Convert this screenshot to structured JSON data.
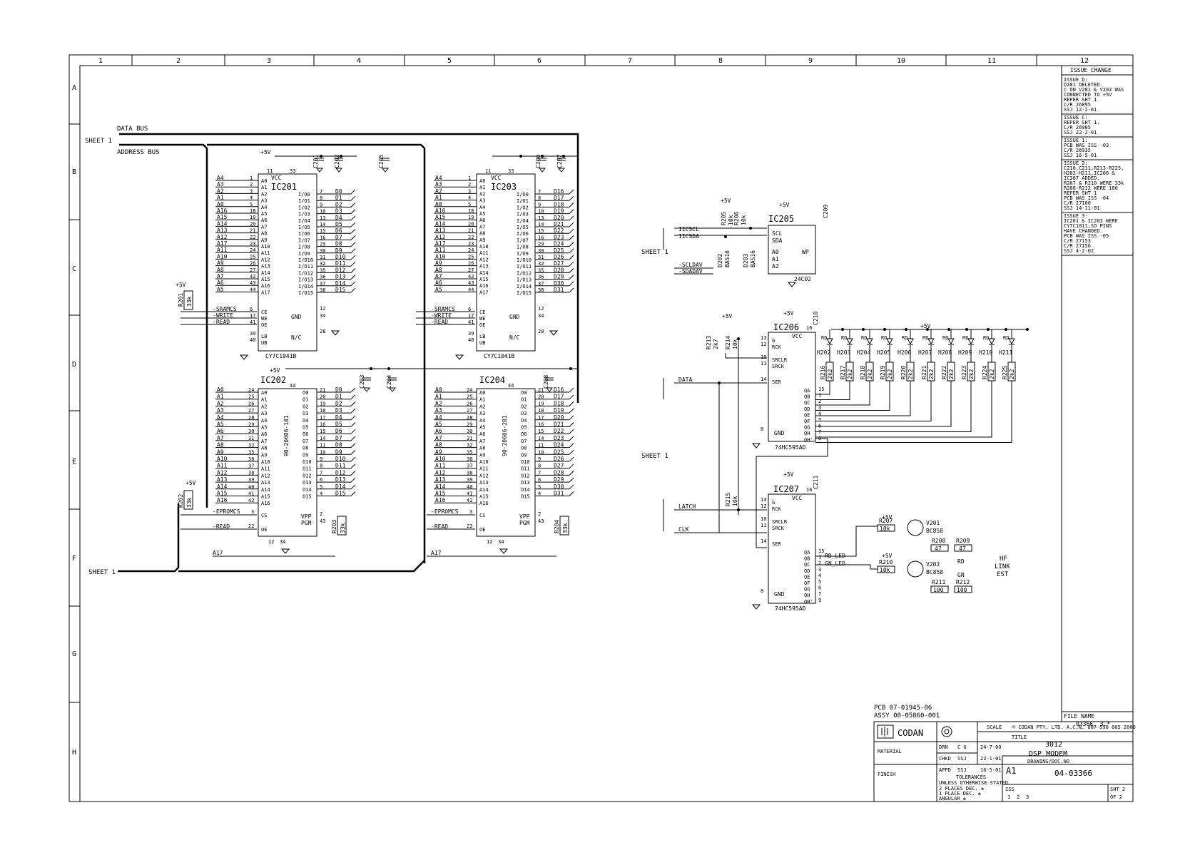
{
  "grid": {
    "columns": [
      "1",
      "2",
      "3",
      "4",
      "5",
      "6",
      "7",
      "8",
      "9",
      "10",
      "11",
      "12"
    ],
    "rows": [
      "A",
      "B",
      "C",
      "D",
      "E",
      "F",
      "G",
      "H"
    ]
  },
  "buses": {
    "data": "DATA BUS",
    "address": "ADDRESS BUS",
    "sheet": "SHEET 1"
  },
  "power": "+5V",
  "ics": {
    "ic201": {
      "ref": "IC201",
      "part": "CY7C1041B",
      "vcc": "VCC",
      "gnd": "GND",
      "nc": "N/C"
    },
    "ic202": {
      "ref": "IC202",
      "part": "90-20606-101",
      "vpp": "VPP",
      "pgm": "PGM"
    },
    "ic203": {
      "ref": "IC203",
      "part": "CY7C1041B",
      "vcc": "VCC",
      "gnd": "GND",
      "nc": "N/C"
    },
    "ic204": {
      "ref": "IC204",
      "part": "90-20606-201",
      "vpp": "VPP",
      "pgm": "PGM"
    },
    "ic205": {
      "ref": "IC205",
      "part": "24C02",
      "scl": "SCL",
      "sda": "SDA",
      "a0": "A0",
      "a1": "A1",
      "a2": "A2",
      "wp": "WP"
    },
    "ic206": {
      "ref": "IC206",
      "part": "74HC595AD",
      "vcc": "VCC",
      "gnd": "GND"
    },
    "ic207": {
      "ref": "IC207",
      "part": "74HC595AD",
      "vcc": "VCC",
      "gnd": "GND"
    }
  },
  "signals": {
    "sramcs": "-SRAMCS",
    "write": "-WRITE",
    "read": "-READ",
    "epromcs": "-EPROMCS",
    "a17": "A17",
    "iicscl": "IICSCL",
    "iicsda": "IICSDA",
    "scldav": "-SCLDAV",
    "sdadav": "-SDADAV",
    "data": "DATA",
    "latch": "LATCH",
    "clk": "CLK",
    "rd_led": "RD_LED",
    "gn_led": "GN_LED"
  },
  "led_label": [
    "HF",
    "LINK",
    "EST"
  ],
  "led_colors": {
    "rd": "RD",
    "gn": "GN"
  },
  "components": {
    "r201": "R201",
    "r201v": "33k",
    "r202": "R202",
    "r202v": "33k",
    "r203": "R203",
    "r203v": "33k",
    "r204": "R204",
    "r204v": "33k",
    "r205": "R205",
    "r205v": "10k",
    "r206": "R206",
    "r206v": "10k",
    "r207": "R207",
    "r207v": "10k",
    "r208": "R208",
    "r208v": "47",
    "r209": "R209",
    "r209v": "47",
    "r210": "R210",
    "r210v": "10k",
    "r211": "R211",
    "r211v": "100",
    "r212": "R212",
    "r212v": "100",
    "r213": "R213",
    "r213v": "2k7",
    "r214": "R214",
    "r214v": "10k",
    "r215": "R215",
    "r215v": "10k",
    "c201": "C201",
    "c202": "C202",
    "c203": "C203",
    "c204": "C204",
    "c205": "C205",
    "c206": "C206",
    "c207": "C207",
    "c208": "C208",
    "c209": "C209",
    "c210": "C210",
    "c211": "C211",
    "v201": "V201",
    "v202": "V202",
    "bc858": "BC858",
    "d202": "D202",
    "d203": "D203",
    "bas16": "BAS16"
  },
  "led_bank": {
    "leds": [
      "H202",
      "H203",
      "H204",
      "H205",
      "H206",
      "H207",
      "H208",
      "H209",
      "H210",
      "H211"
    ],
    "resistors": [
      "R216",
      "R217",
      "R218",
      "R219",
      "R220",
      "R221",
      "R222",
      "R223",
      "R224",
      "R225"
    ],
    "value": "2k2",
    "color": "RD"
  },
  "issue_change": {
    "title": "ISSUE CHANGE",
    "entries": [
      [
        "ISSUE D:",
        "D201 DELETED.",
        "C ON V201 & V202 WAS",
        "CONNECTED TO +5V",
        "REFER SHT 1",
        "C/R 26895",
        "SSJ 12-2-01"
      ],
      [
        "ISSUE C:",
        "REFER SHT 1.",
        "C/R 26905",
        "SSJ 22-2-01"
      ],
      [
        "ISSUE 1:",
        "PCB WAS ISS -03",
        "C/R 26935",
        "SSJ 16-5-01"
      ],
      [
        "ISSUE 2:",
        "C210,C211,R213-R225,",
        "H202-H211,IC206 &",
        "IC207 ADDED.",
        "R207 & R210 WERE 33k",
        "R208-R212 WERE 100",
        "REFER SHT 1",
        "PCB WAS ISS -04",
        "C/R 27100",
        "SSJ 14-11-01"
      ],
      [
        "ISSUE 3:",
        "IC201 & IC203 WERE",
        "CY7C1011,SO PINS",
        "HAVE CHANGED.",
        "PCB WAS ISS -05",
        "C/R 27153",
        "C/R 27156",
        "SSJ 4-2-02"
      ]
    ]
  },
  "title_block": {
    "pcb": "PCB  07-01945-06",
    "assy": "ASSY 08-05860-001",
    "company": "CODAN",
    "scale": "SCALE",
    "copyright": "© CODAN PTY. LTD. A.C.N. 007 590 605  2000",
    "title_label": "TITLE",
    "title_1": "3012",
    "title_2": "DSP MODEM",
    "material": "MATERIAL",
    "finish": "FINISH",
    "drn": "DRN",
    "drn_by": "C G",
    "drn_date": "24-7-00",
    "chkd": "CHKD",
    "chkd_by": "SSJ",
    "chkd_date": "22-1-01",
    "appd": "APPD",
    "appd_by": "SSJ",
    "appd_date": "16-5-01",
    "tolerances": "TOLERANCES",
    "tol_1": "UNLESS OTHERWISE STATED",
    "tol_2": "2 PLACES DEC. ±",
    "tol_3": "1 PLACE DEC. ±",
    "tol_4": "ANGULAR ±",
    "size": "A1",
    "drawing_label": "DRAWING/DOC.NO",
    "drawing_no": "04-03366",
    "iss": "ISS",
    "iss_1": "1",
    "iss_2": "2",
    "iss_3": "3",
    "sht": "SHT 2",
    "of": "OF 2",
    "file_label": "FILE NAME",
    "file_name": "03366__3.*"
  }
}
